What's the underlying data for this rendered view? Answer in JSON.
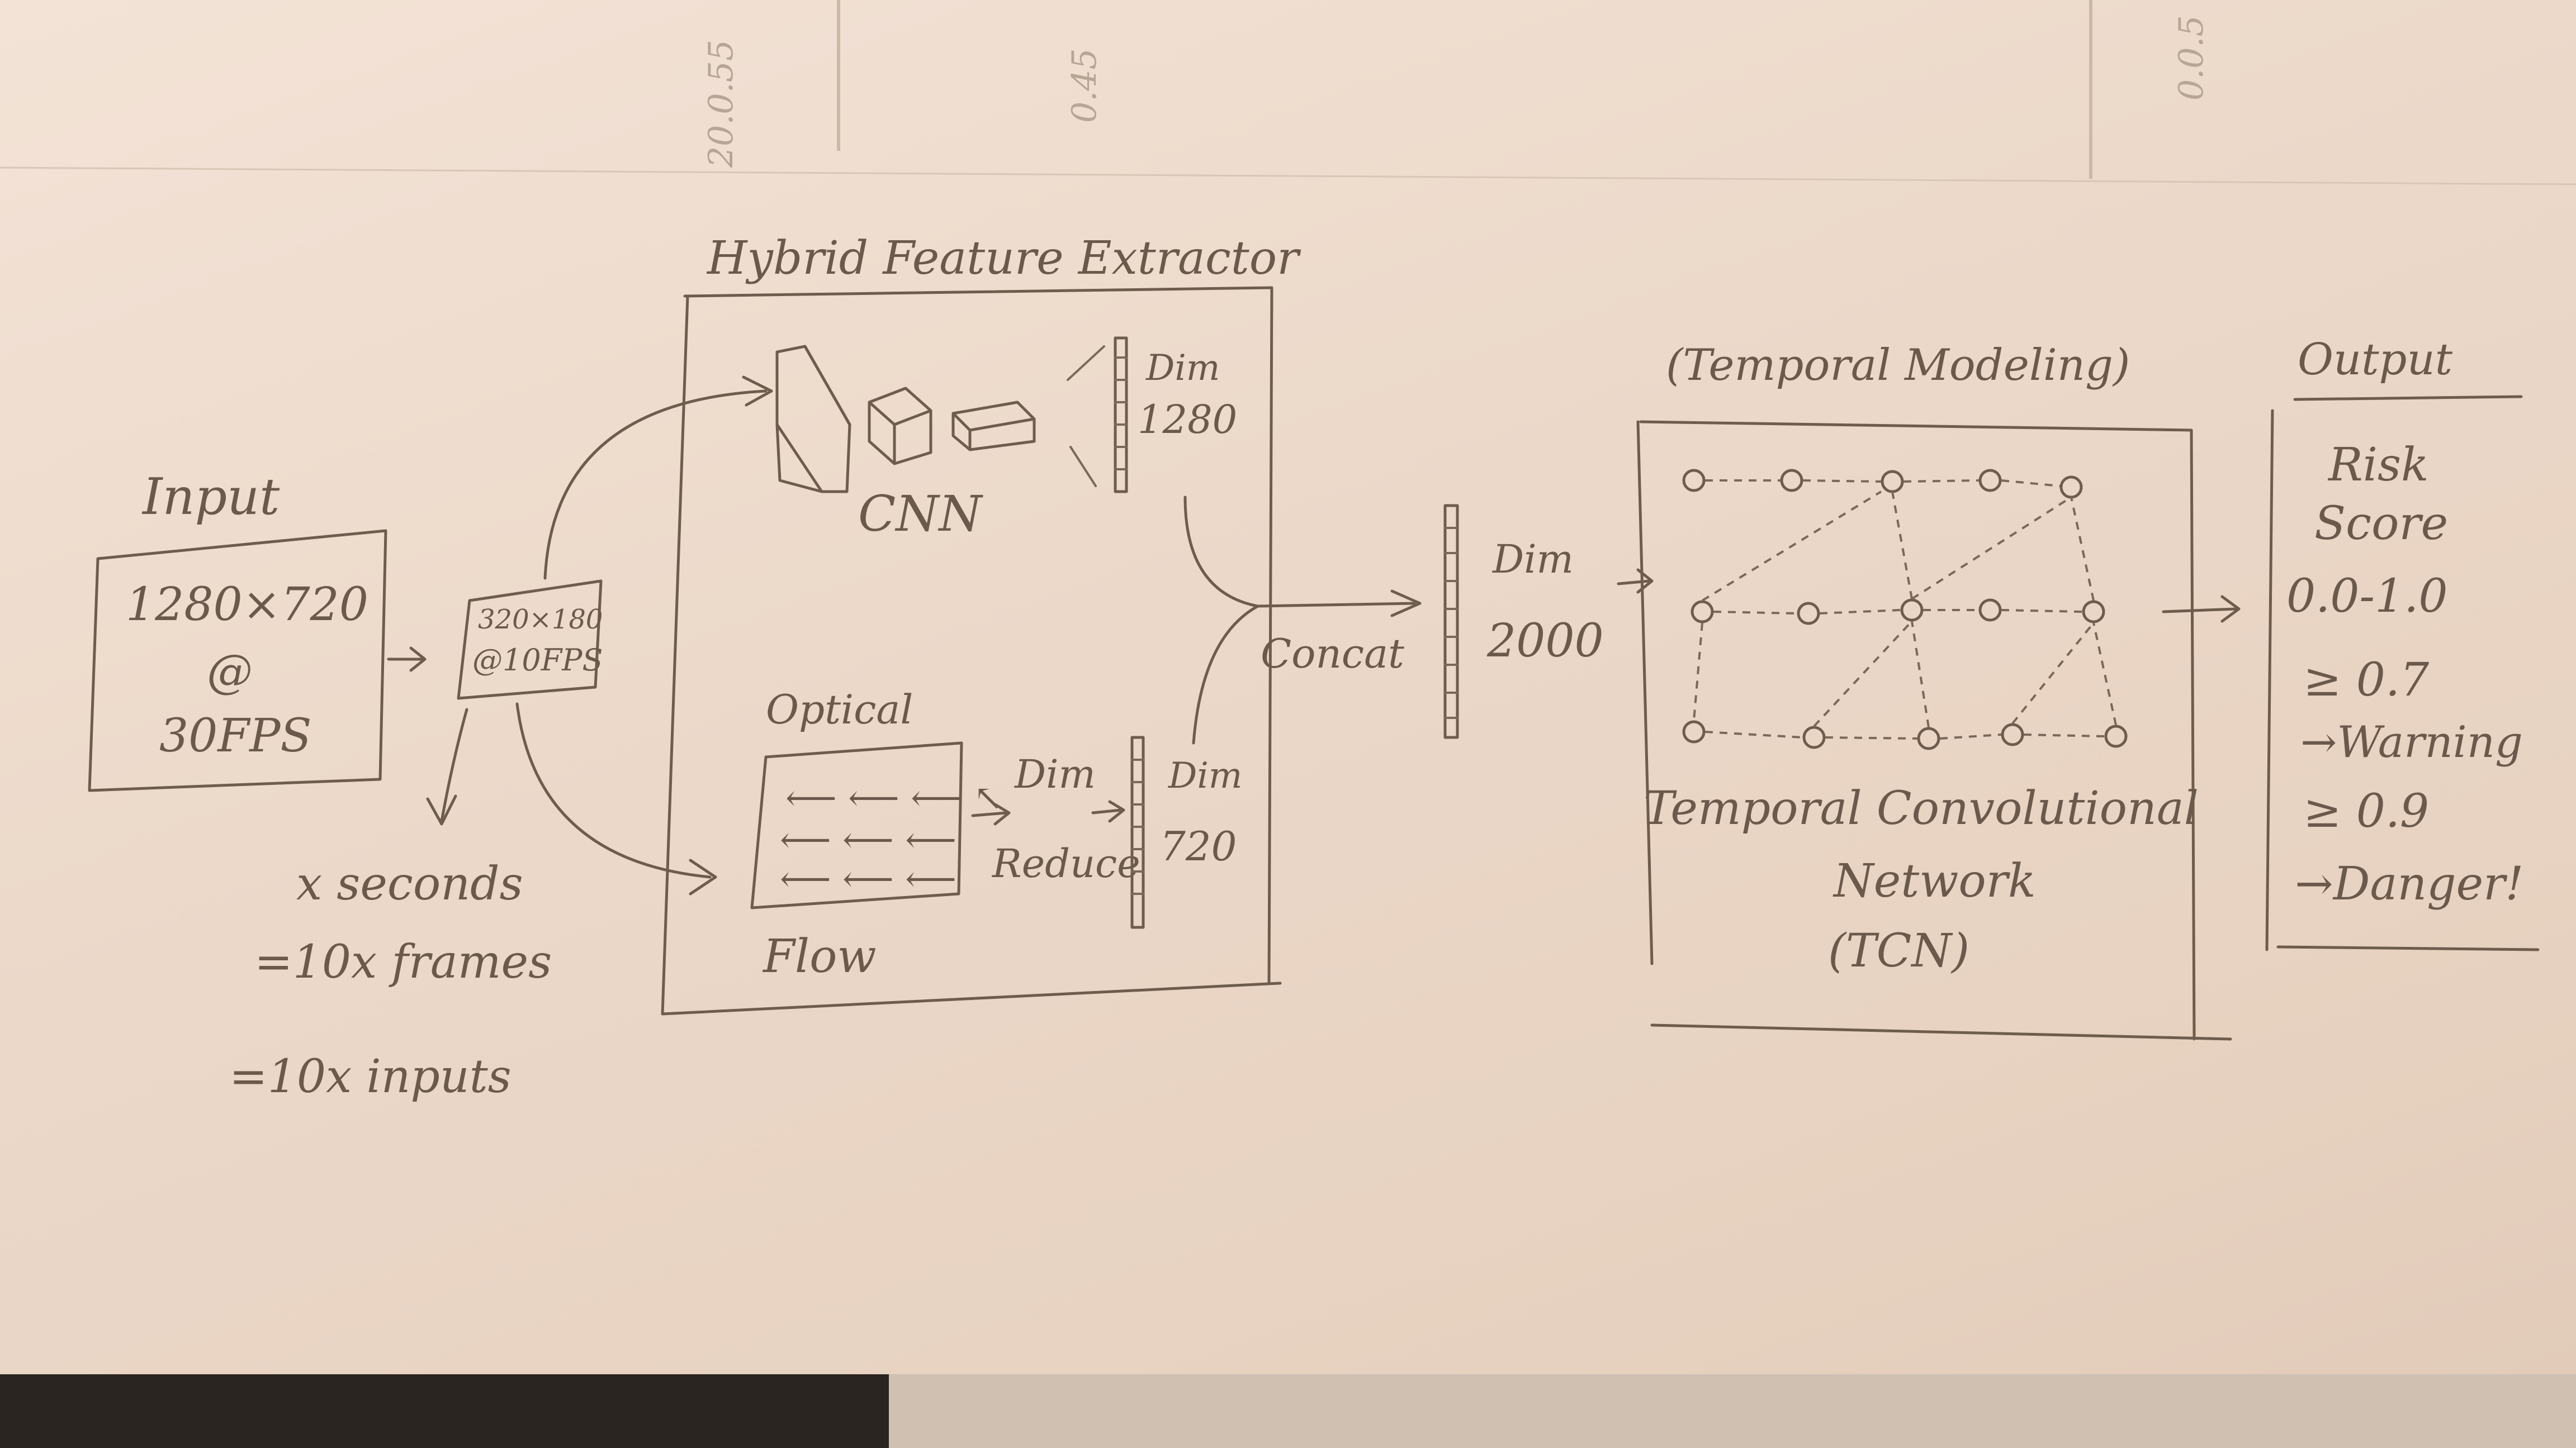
{
  "title": "Hybrid Feature Extractor",
  "input": {
    "heading": "Input",
    "resolution": "1280×720",
    "at": "@",
    "fps": "30FPS",
    "downsampled_res": "320×180",
    "downsampled_fps": "@10FPS",
    "notes": [
      "x seconds",
      "=10x frames",
      "=10x inputs"
    ]
  },
  "extractor": {
    "cnn_label": "CNN",
    "cnn_dim_label": "Dim",
    "cnn_dim_value": "1280",
    "flow_label_top": "Optical",
    "flow_label_bottom": "Flow",
    "reduce_label_top": "Dim",
    "reduce_label_bottom": "Reduce",
    "flow_dim_label": "Dim",
    "flow_dim_value": "720"
  },
  "concat": {
    "label": "Concat",
    "dim_label": "Dim",
    "dim_value": "2000"
  },
  "temporal": {
    "heading": "(Temporal Modeling)",
    "name_line1": "Temporal Convolutional",
    "name_line2": "Network",
    "name_line3": "(TCN)"
  },
  "output": {
    "heading": "Output",
    "lines": [
      "Risk",
      "Score",
      "0.0-1.0",
      "≥ 0.7",
      "→Warning",
      "≥ 0.9",
      "→Danger!"
    ]
  },
  "margin_notes": [
    "20.0.55",
    "0.45",
    "0.0.5"
  ]
}
